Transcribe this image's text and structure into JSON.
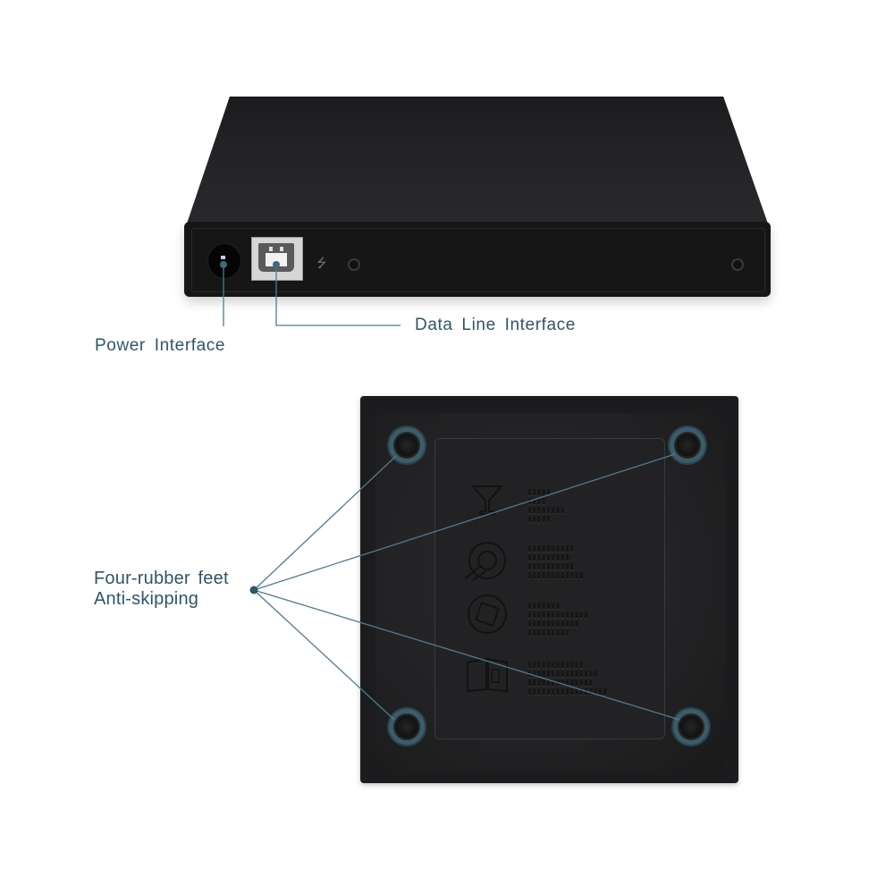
{
  "product": {
    "top_view": {
      "labels": {
        "power": "Power Interface",
        "data": "Data Line Interface"
      },
      "ports": [
        "power-jack",
        "usb-b-port"
      ],
      "icons": [
        "usb-symbol-icon",
        "screw-icon"
      ]
    },
    "bottom_view": {
      "labels": {
        "feet_line1": "Four-rubber feet",
        "feet_line2": "Anti-skipping"
      },
      "feet_count": 4,
      "embossed": [
        {
          "icon": "fragile-glass-icon",
          "symbol": "🍸"
        },
        {
          "icon": "no-touch-icon",
          "symbol": "⊘"
        },
        {
          "icon": "no-disassemble-icon",
          "symbol": "⊘"
        },
        {
          "icon": "read-manual-icon",
          "symbol": "📖"
        }
      ]
    }
  },
  "colors": {
    "label_text": "#2f5565",
    "leader_line": "#4f7c8c",
    "device_body": "#1c1c1e",
    "background": "#ffffff"
  }
}
